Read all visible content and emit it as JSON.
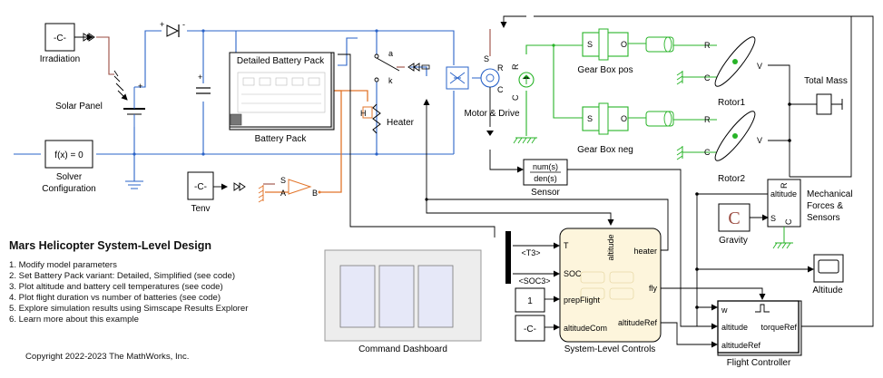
{
  "blocks": {
    "irradiation": {
      "value": "-C-",
      "label": "Irradiation"
    },
    "solar_panel": {
      "label": "Solar Panel"
    },
    "solver": {
      "value": "f(x) = 0",
      "label": "Solver\nConfiguration"
    },
    "battery": {
      "title": "Detailed Battery Pack",
      "label": "Battery Pack"
    },
    "heater": {
      "label": "Heater"
    },
    "motor": {
      "label": "Motor & Drive"
    },
    "gear_pos": {
      "label": "Gear Box pos"
    },
    "gear_neg": {
      "label": "Gear Box neg"
    },
    "rotor1": {
      "label": "Rotor1"
    },
    "rotor2": {
      "label": "Rotor2"
    },
    "total_mass": {
      "label": "Total Mass"
    },
    "mech": {
      "port": "altitude",
      "label": "Mechanical\nForces &\nSensors"
    },
    "gravity": {
      "label": "Gravity"
    },
    "sensor": {
      "num": "num(s)",
      "den": "den(s)",
      "label": "Sensor"
    },
    "tenv": {
      "value": "-C-",
      "label": "Tenv"
    },
    "controls": {
      "label": "System-Level Controls",
      "in_t": "T",
      "in_soc": "SOC",
      "in_prep": "prepFlight",
      "in_alt": "altitudeCom",
      "out_heater": "heater",
      "out_fly": "fly",
      "out_altref": "altitudeRef",
      "top": "altitude"
    },
    "bus_t3": "<T3>",
    "bus_soc3": "<SOC3>",
    "const_one": "1",
    "const_c": "-C-",
    "dashboard": {
      "label": "Command Dashboard"
    },
    "altitude_scope": {
      "label": "Altitude"
    },
    "flight_ctrl": {
      "label": "Flight Controller",
      "in_w": "w",
      "in_alt": "altitude",
      "in_altref": "altitudeRef",
      "out": "torqueRef"
    }
  },
  "ports": {
    "S": "S",
    "A": "A",
    "B": "B",
    "R": "R",
    "C": "C",
    "O": "O",
    "V": "V",
    "H": "H",
    "plus": "+",
    "minus": "-",
    "a": "a",
    "k": "k"
  },
  "panel": {
    "title": "Mars Helicopter System-Level Design",
    "items": [
      "1. Modify model parameters",
      "2. Set Battery Pack variant: Detailed, Simplified (see code)",
      "3. Plot altitude and battery cell temperatures (see code)",
      "4. Plot flight duration vs number of batteries (see code)",
      "5. Explore simulation results using Simscape Results Explorer",
      "6. Learn more about this example"
    ]
  },
  "copyright": "Copyright 2022-2023 The MathWorks, Inc.",
  "colors": {
    "electrical": "#2a63c8",
    "mechanical": "#27b327",
    "thermal": "#e2752b",
    "physical_signal": "#9a4b40",
    "chart": "#fdf5dc"
  }
}
